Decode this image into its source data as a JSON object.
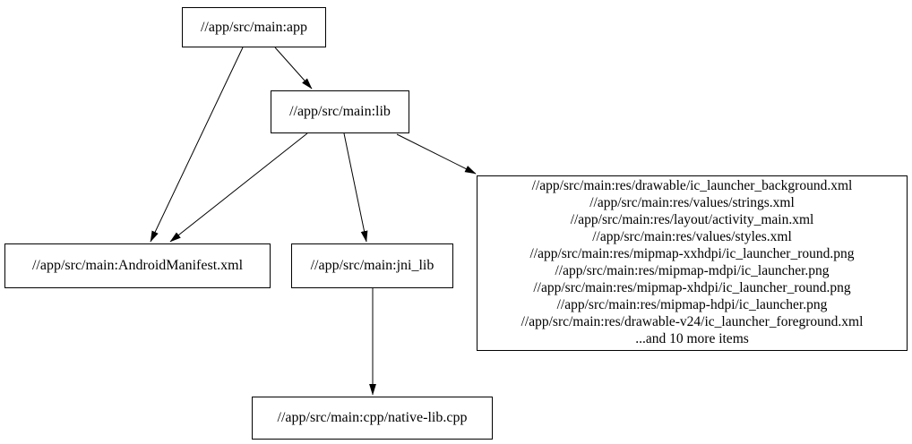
{
  "colors": {
    "background": "#ffffff",
    "node_border": "#000000",
    "text": "#000000",
    "edge": "#000000"
  },
  "nodes": {
    "app": {
      "label": "//app/src/main:app"
    },
    "lib": {
      "label": "//app/src/main:lib"
    },
    "manifest": {
      "label": "//app/src/main:AndroidManifest.xml"
    },
    "jni_lib": {
      "label": "//app/src/main:jni_lib"
    },
    "cpp": {
      "label": "//app/src/main:cpp/native-lib.cpp"
    },
    "resources": {
      "lines": [
        "//app/src/main:res/drawable/ic_launcher_background.xml",
        "//app/src/main:res/values/strings.xml",
        "//app/src/main:res/layout/activity_main.xml",
        "//app/src/main:res/values/styles.xml",
        "//app/src/main:res/mipmap-xxhdpi/ic_launcher_round.png",
        "//app/src/main:res/mipmap-mdpi/ic_launcher.png",
        "//app/src/main:res/mipmap-xhdpi/ic_launcher_round.png",
        "//app/src/main:res/mipmap-hdpi/ic_launcher.png",
        "//app/src/main:res/drawable-v24/ic_launcher_foreground.xml",
        "...and 10 more items"
      ]
    }
  },
  "edges": [
    {
      "from": "app",
      "to": "lib"
    },
    {
      "from": "app",
      "to": "manifest"
    },
    {
      "from": "lib",
      "to": "manifest"
    },
    {
      "from": "lib",
      "to": "jni_lib"
    },
    {
      "from": "lib",
      "to": "resources"
    },
    {
      "from": "jni_lib",
      "to": "cpp"
    }
  ]
}
